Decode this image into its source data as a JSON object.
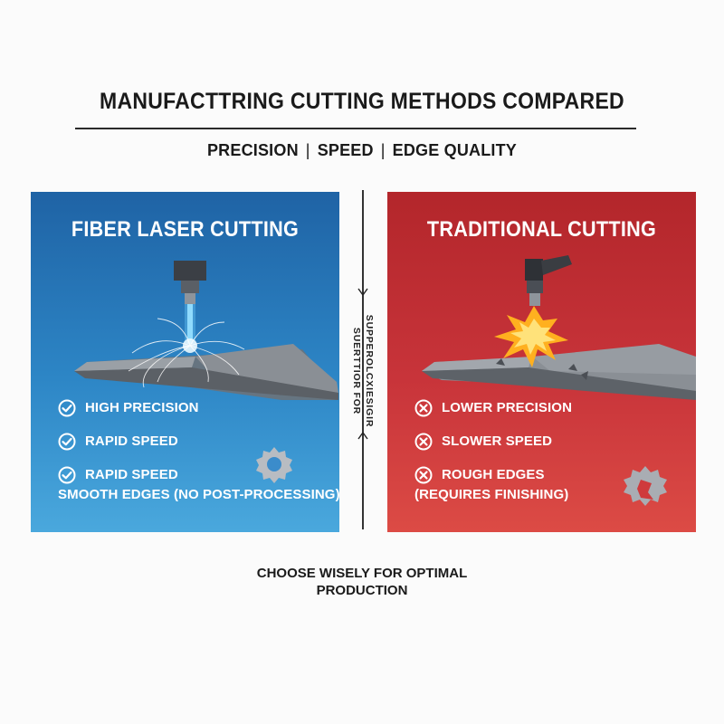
{
  "header": {
    "title": "MANUFACTTRING CUTTING METHODS COMPARED",
    "subtitle_items": [
      "PRECISION",
      "SPEED",
      "EDGE QUALITY"
    ],
    "separator": "|"
  },
  "left_panel": {
    "title": "FIBER LASER CUTTING",
    "accent_color": "#2a7bbf",
    "icon": "check-circle-icon",
    "features": [
      {
        "label": "HIGH PRECISION"
      },
      {
        "label": "RAPID SPEED"
      },
      {
        "label": "RAPID SPEED",
        "sub": "SMOOTH EDGES (NO POST-PROCESSING)"
      }
    ]
  },
  "right_panel": {
    "title": "TRADITIONAL CUTTING",
    "accent_color": "#c8343a",
    "icon": "x-circle-icon",
    "features": [
      {
        "label": "LOWER PRECISION"
      },
      {
        "label": "SLOWER SPEED"
      },
      {
        "label": "ROUGH EDGES",
        "sub": "(REQUIRES FINISHING)"
      }
    ]
  },
  "divider": {
    "vertical_text_line1": "SUPPEROLCXIESIGIR",
    "vertical_text_line2": "SUERTTIOR FOR"
  },
  "footer": {
    "line1": "CHOOSE WISELY FOR OPTIMAL",
    "line2": "PRODUCTION"
  }
}
